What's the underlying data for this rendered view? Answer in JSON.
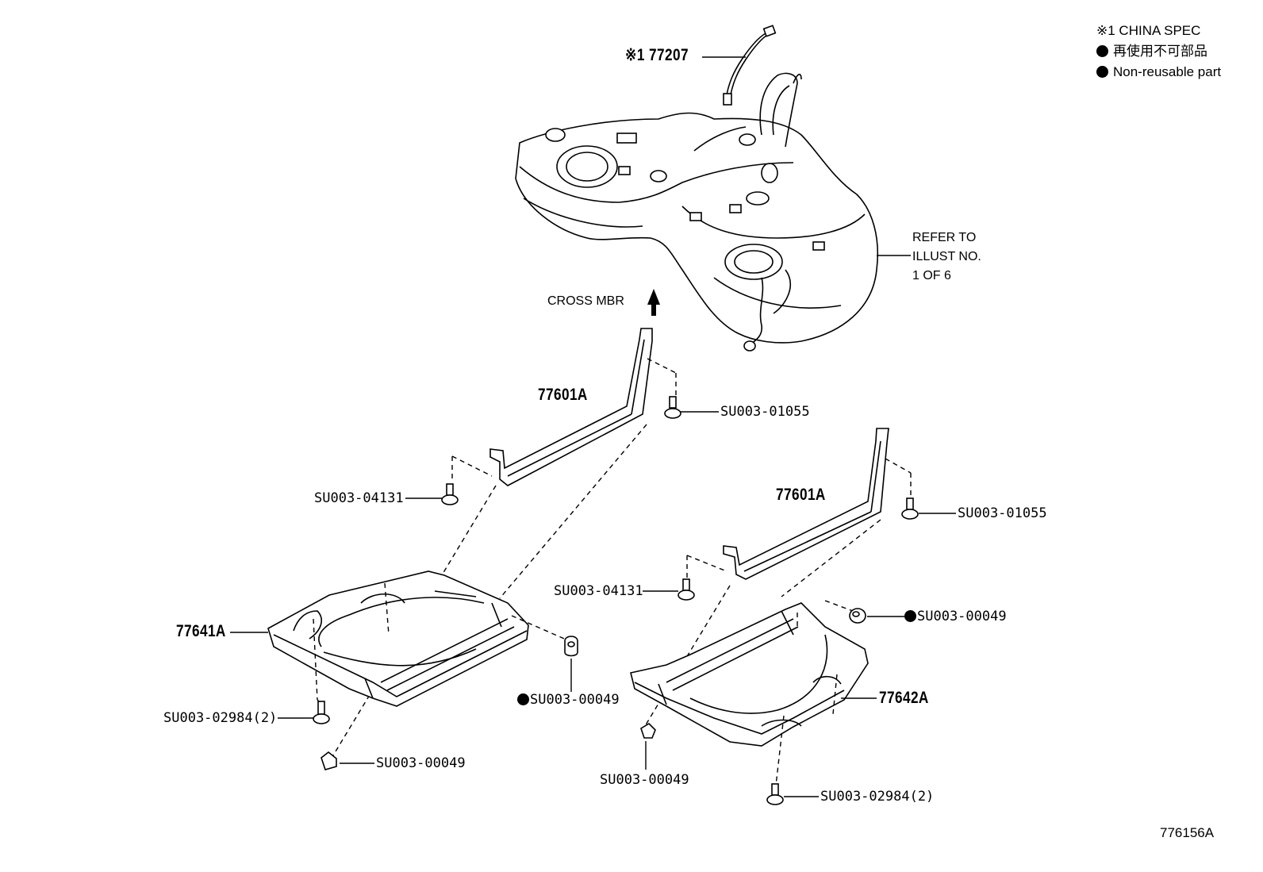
{
  "legend": {
    "china_spec": "※1 CHINA SPEC",
    "non_reusable_jp": "再使用不可部品",
    "non_reusable_en": "Non-reusable part"
  },
  "tank": {
    "sender_label": "※1 77207",
    "refer_line1": "REFER TO",
    "refer_line2": "ILLUST NO.",
    "refer_line3": "1 OF 6"
  },
  "cross_mbr": "CROSS MBR",
  "parts": {
    "band_left": "77601A",
    "band_right": "77601A",
    "bolt_band_left_top": "SU003-01055",
    "bolt_band_left_bottom": "SU003-04131",
    "bolt_band_right_top": "SU003-01055",
    "bolt_band_right_bottom": "SU003-04131",
    "protector_left": "77641A",
    "protector_right": "77642A",
    "clip_left_front": "SU003-00049",
    "clip_left_bottom": "SU003-00049",
    "clip_right_top": "SU003-00049",
    "clip_right_bottom": "SU003-00049",
    "screw_left": "SU003-02984(2)",
    "screw_right": "SU003-02984(2)"
  },
  "figure_number": "776156A"
}
